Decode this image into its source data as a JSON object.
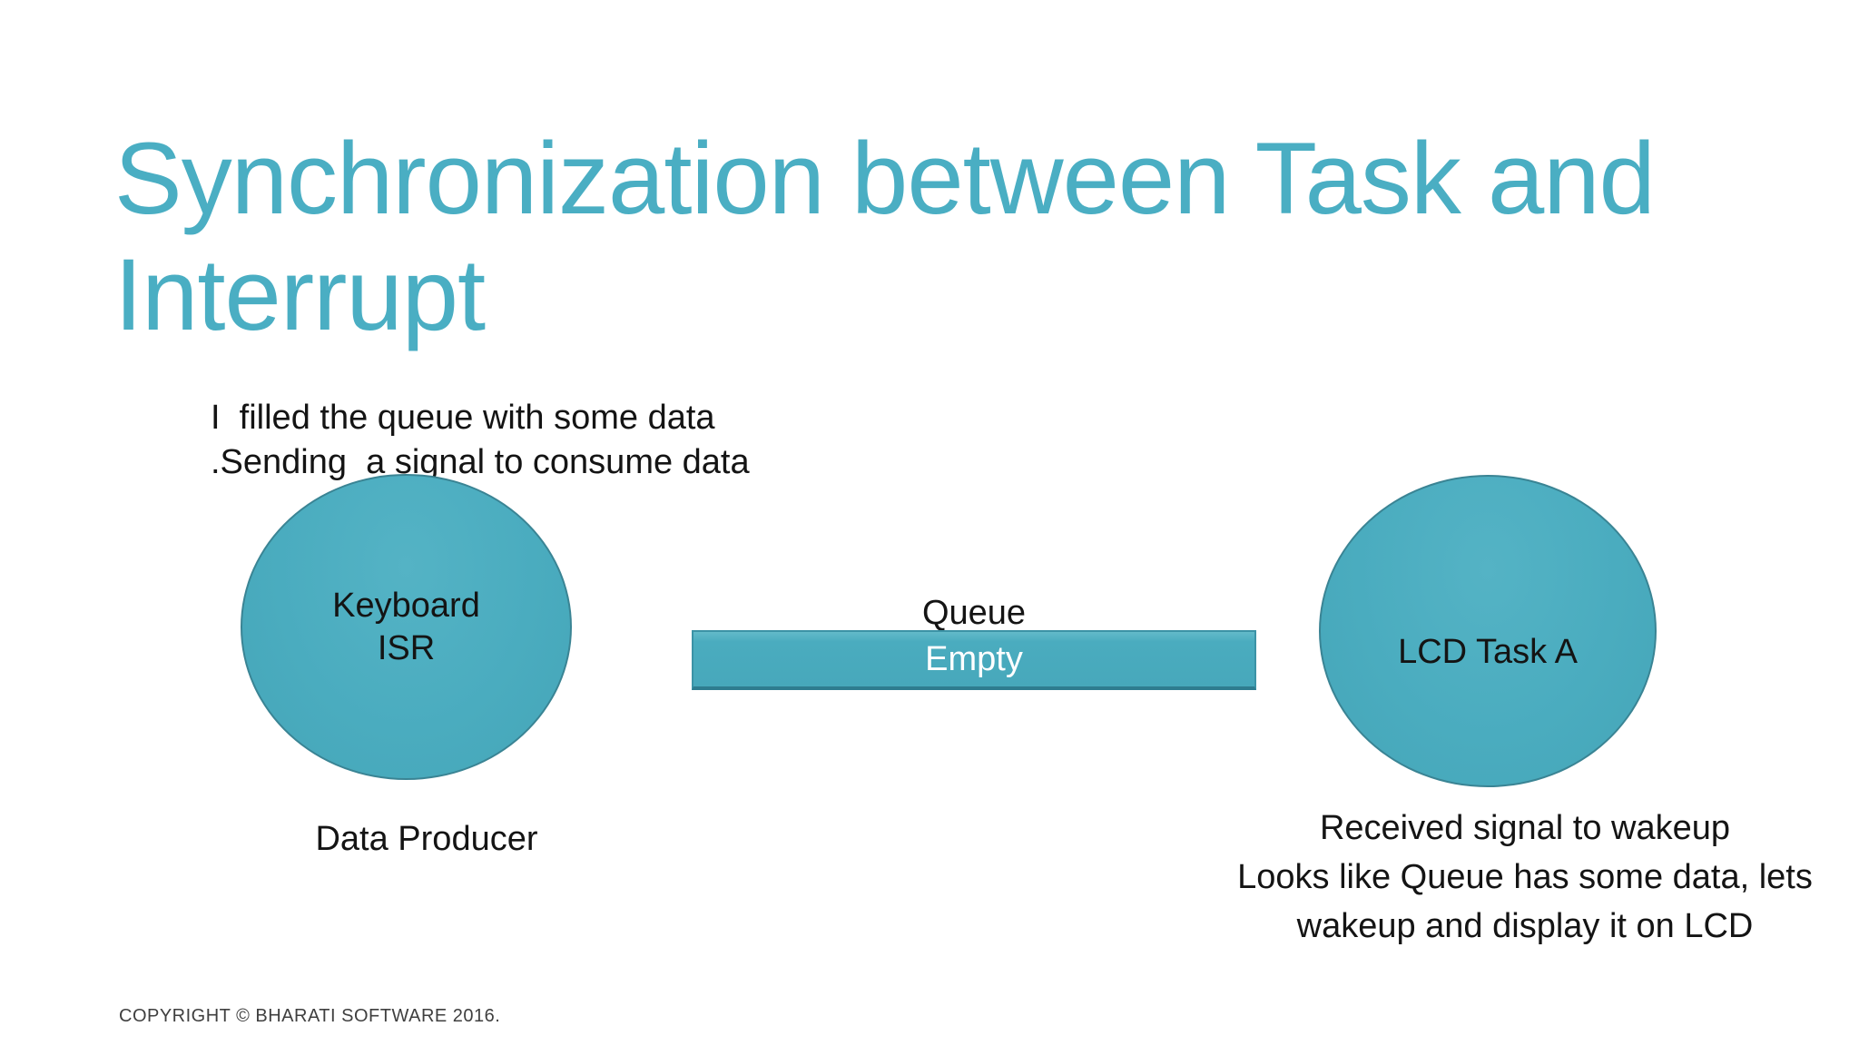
{
  "slide": {
    "title": "Synchronization between Task and\nInterrupt",
    "producer": {
      "note": "I  filled the queue with some data\n.Sending  a signal to consume data",
      "shape_label": "Keyboard\nISR",
      "caption": "Data Producer"
    },
    "queue": {
      "label": "Queue",
      "state": "Empty"
    },
    "consumer": {
      "shape_label": "LCD Task A",
      "note": "Received signal to wakeup\nLooks like Queue has some data, lets\nwakeup and display it on LCD"
    },
    "footer": {
      "copyright": "COPYRIGHT © BHARATI SOFTWARE 2016."
    },
    "colors": {
      "accent_teal": "#4aaec3",
      "shape_fill": "#4aacbf",
      "shape_border": "#3a8494",
      "queue_state_text": "#ffffff",
      "body_text": "#141414",
      "copyright_text": "#3f3f3f"
    }
  }
}
